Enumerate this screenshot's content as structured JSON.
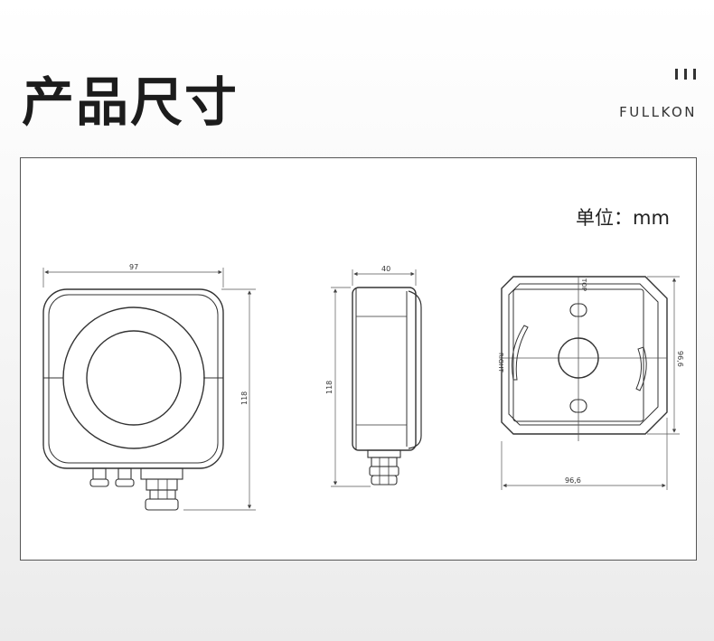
{
  "header": {
    "title": "产品尺寸",
    "brand": "FULLKON"
  },
  "unit_label": "单位：mm",
  "front_view": {
    "width_dim": "97",
    "height_dim": "118"
  },
  "side_view": {
    "depth_dim": "40",
    "height_dim": "118"
  },
  "back_view": {
    "width_dim": "96,6",
    "height_dim": "96,6",
    "top_mark": "TOP",
    "right_mark": "RIGHT"
  }
}
